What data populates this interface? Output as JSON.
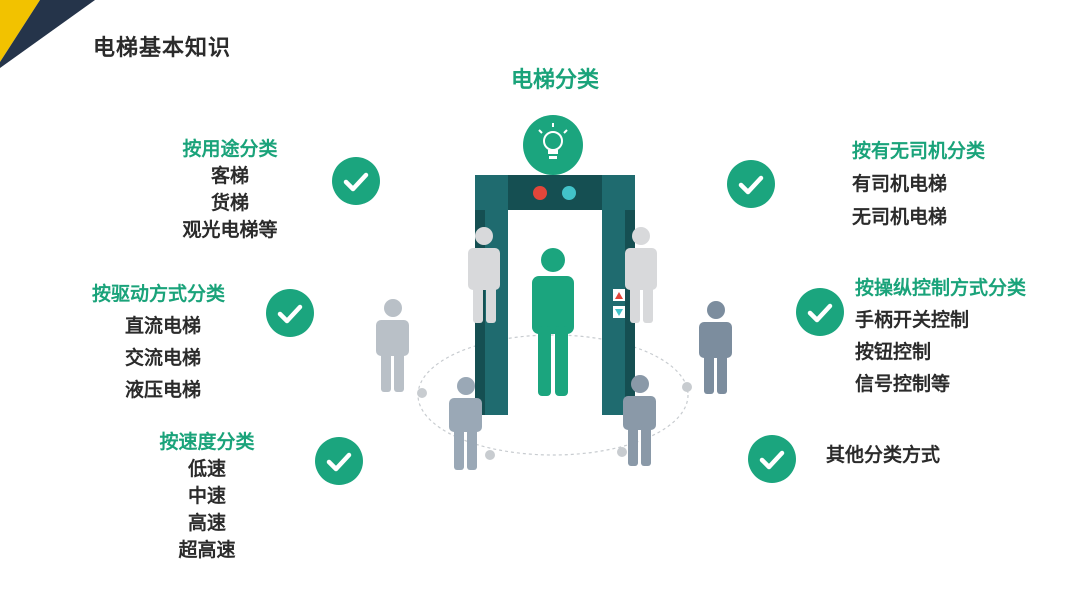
{
  "page_title": "电梯基本知识",
  "center_title": "电梯分类",
  "colors": {
    "accent": "#1ba57e",
    "door": "#1f6b6f",
    "door_dark": "#154f52",
    "gray": "#b4bac0",
    "slate": "#8a99a8",
    "yellow": "#f2c200",
    "navy": "#25344a"
  },
  "icons": {
    "center": "lightbulb-icon",
    "check": "check-icon"
  },
  "left": [
    {
      "head": "按用途分类",
      "items": [
        "客梯",
        "货梯",
        "观光电梯等"
      ]
    },
    {
      "head": "按驱动方式分类",
      "items": [
        "直流电梯",
        "交流电梯",
        "液压电梯"
      ]
    },
    {
      "head": "按速度分类",
      "items": [
        "低速",
        "中速",
        "高速",
        "超高速"
      ]
    }
  ],
  "right": [
    {
      "head": "按有无司机分类",
      "items": [
        "有司机电梯",
        "无司机电梯"
      ]
    },
    {
      "head": "按操纵控制方式分类",
      "items": [
        "手柄开关控制",
        "按钮控制",
        "信号控制等"
      ]
    },
    {
      "head": "其他分类方式",
      "items": []
    }
  ]
}
